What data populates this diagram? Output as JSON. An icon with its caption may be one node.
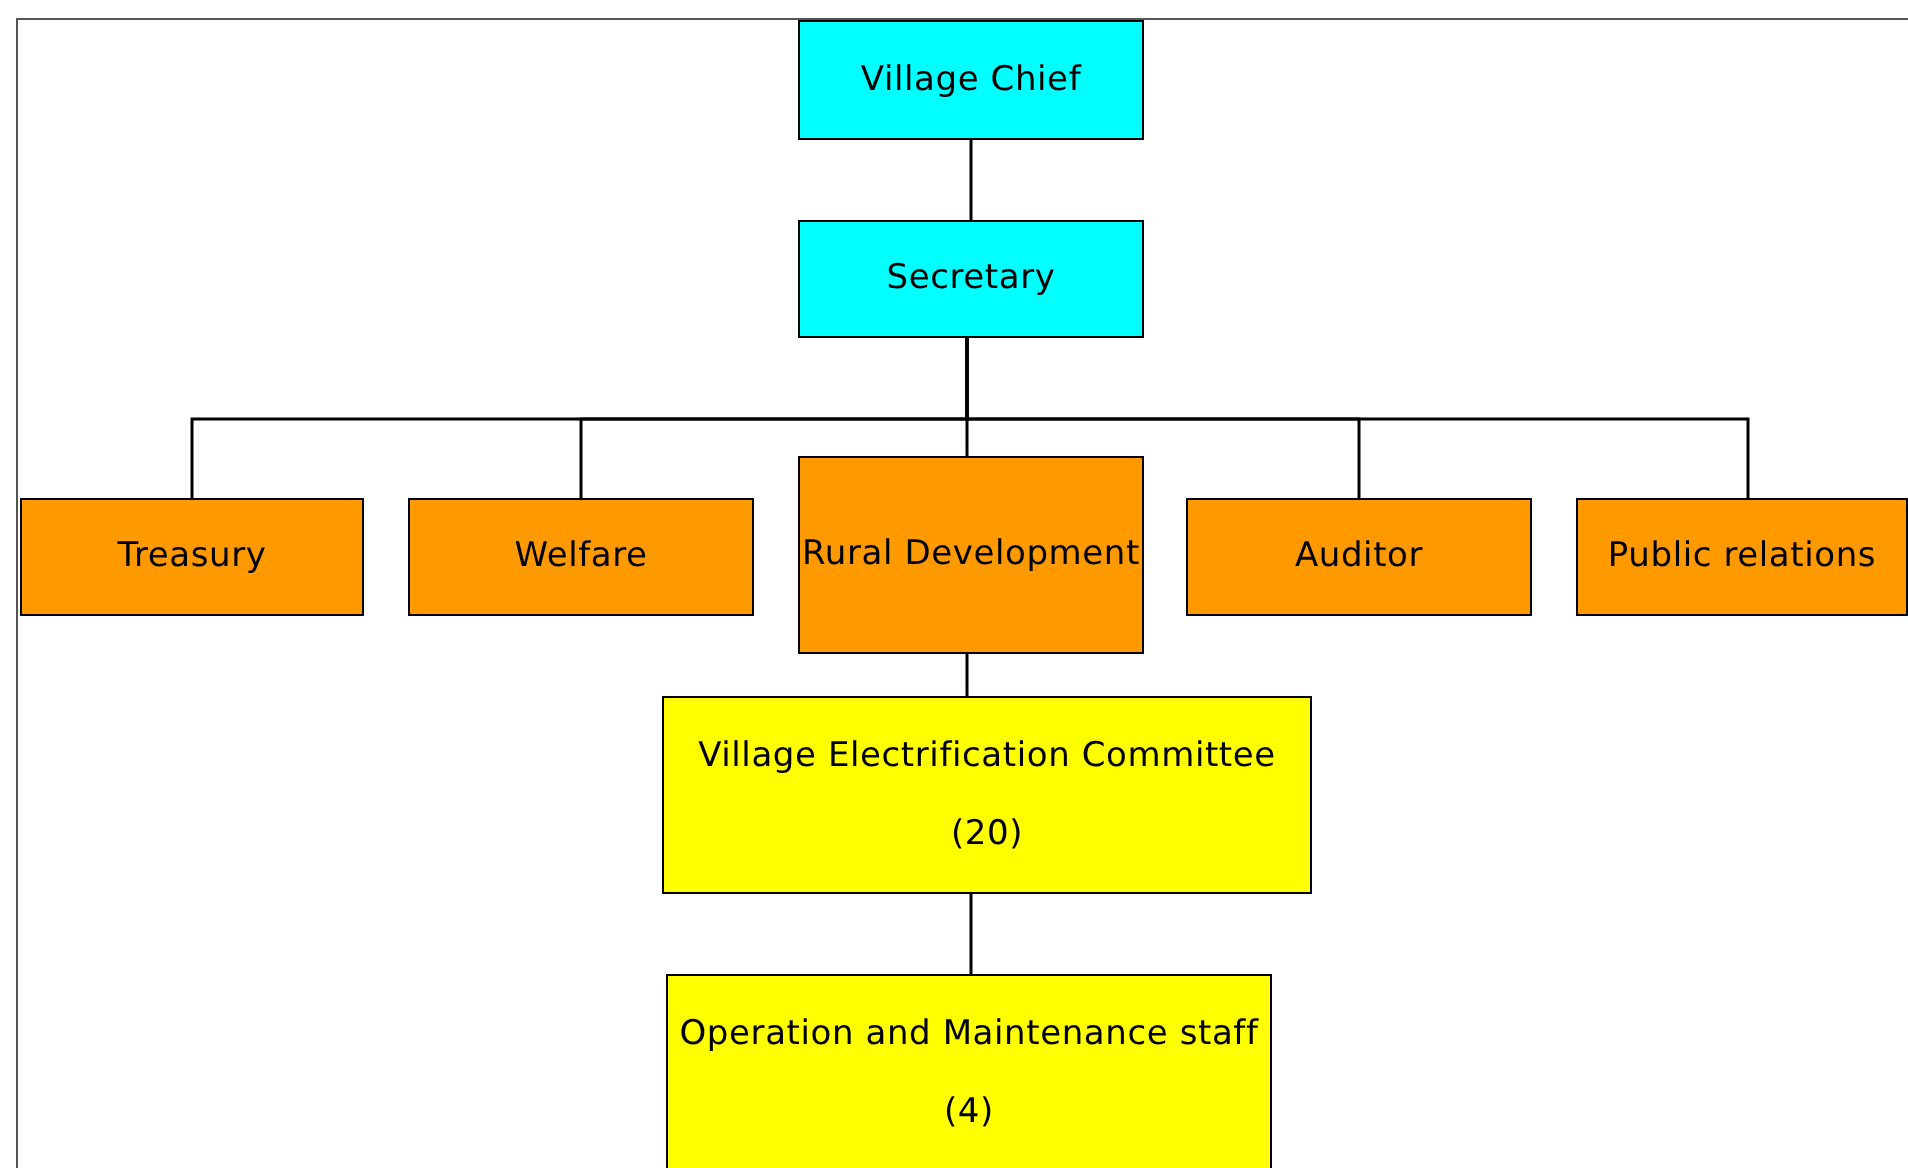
{
  "diagram": {
    "nodes": [
      {
        "text": [
          "Village Chief"
        ]
      },
      {
        "text": [
          "Secretary"
        ]
      },
      {
        "text": [
          "Treasury"
        ]
      },
      {
        "text": [
          "Welfare"
        ]
      },
      {
        "text": [
          "Rural Development"
        ]
      },
      {
        "text": [
          "Auditor"
        ]
      },
      {
        "text": [
          "Public relations"
        ]
      },
      {
        "text": [
          "Village Electrification Committee (20)"
        ]
      },
      {
        "text": [
          "Operation and Maintenance staff (4)"
        ]
      }
    ],
    "edges": [
      {
        "from": 0,
        "to": 1,
        "arrow": "none"
      },
      {
        "from": 1,
        "to": 2,
        "arrow": "none"
      },
      {
        "from": 1,
        "to": 3,
        "arrow": "none"
      },
      {
        "from": 1,
        "to": 4,
        "arrow": "none"
      },
      {
        "from": 1,
        "to": 5,
        "arrow": "none"
      },
      {
        "from": 1,
        "to": 6,
        "arrow": "none"
      },
      {
        "from": 4,
        "to": 7,
        "arrow": "none"
      },
      {
        "from": 7,
        "to": 8,
        "arrow": "none"
      }
    ]
  }
}
